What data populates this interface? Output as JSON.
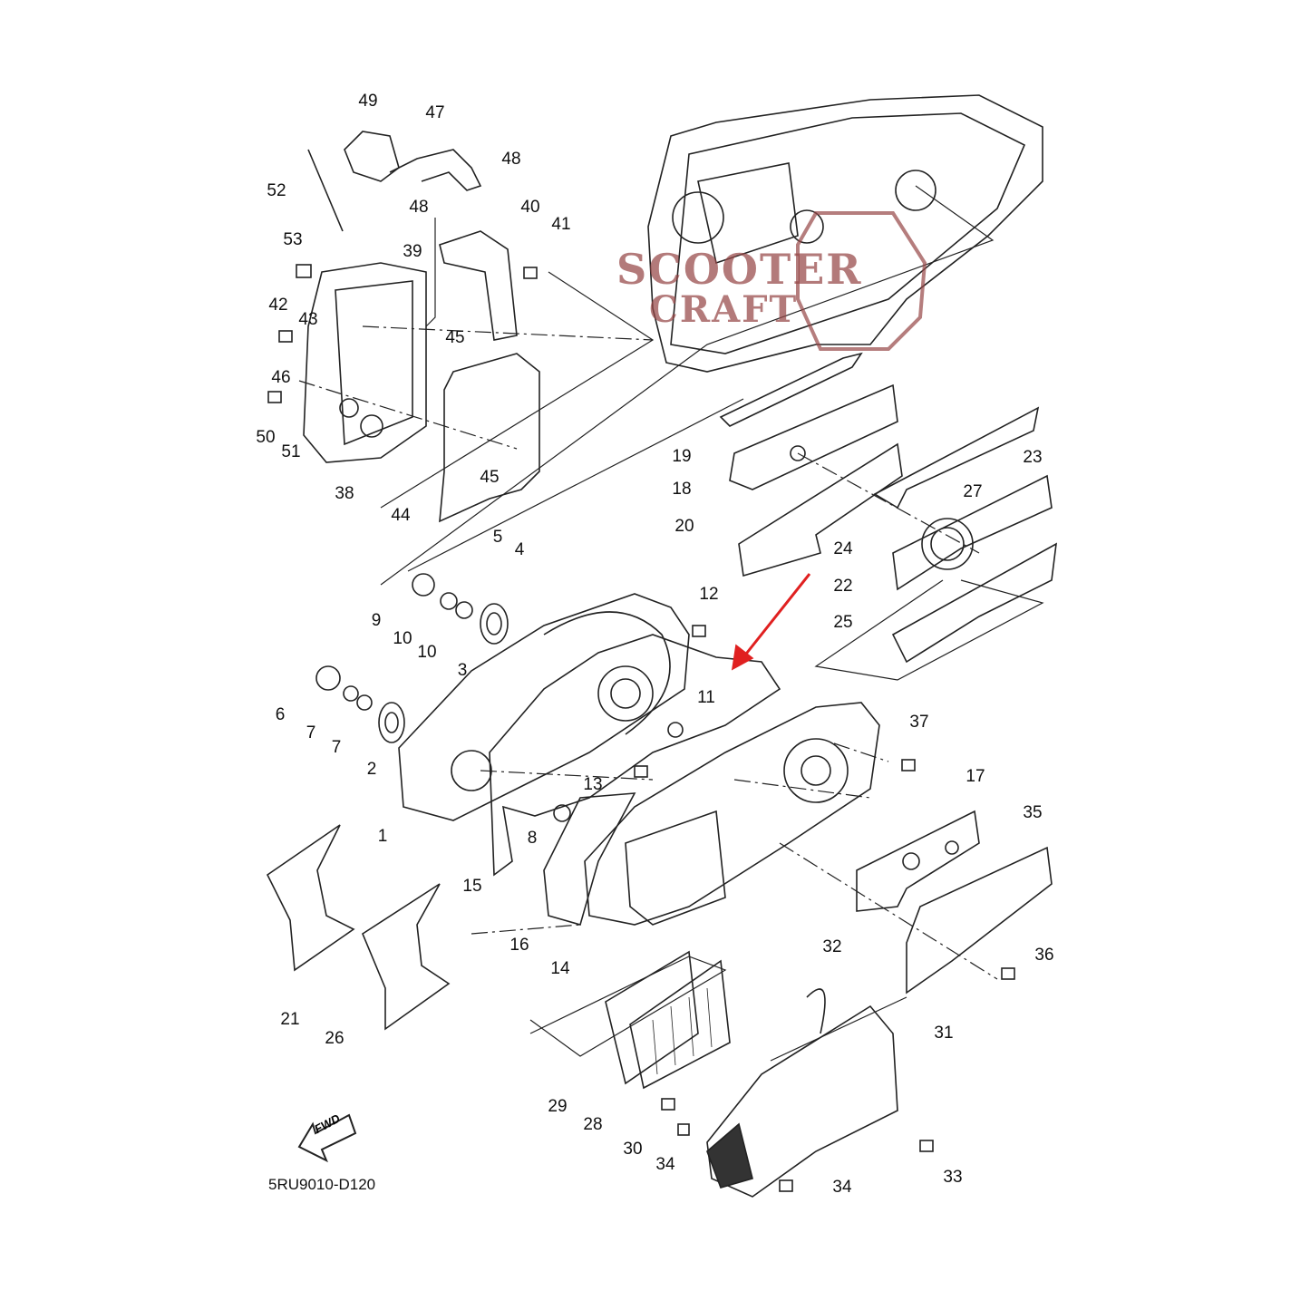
{
  "diagram_code": "5RU9010-D120",
  "fwd_label": "FWD",
  "watermark": {
    "line1": "SCOOTER",
    "line2": "CRAFT"
  },
  "highlight_color": "#e02020",
  "highlighted_part": "11",
  "labels": [
    "49",
    "47",
    "48",
    "52",
    "48",
    "40",
    "41",
    "53",
    "39",
    "42",
    "43",
    "45",
    "46",
    "50",
    "51",
    "38",
    "44",
    "45",
    "19",
    "18",
    "20",
    "23",
    "27",
    "24",
    "22",
    "25",
    "5",
    "4",
    "12",
    "9",
    "10",
    "10",
    "3",
    "11",
    "6",
    "7",
    "7",
    "2",
    "37",
    "17",
    "13",
    "1",
    "8",
    "35",
    "15",
    "16",
    "14",
    "32",
    "36",
    "21",
    "26",
    "31",
    "29",
    "28",
    "30",
    "34",
    "33",
    "34"
  ]
}
